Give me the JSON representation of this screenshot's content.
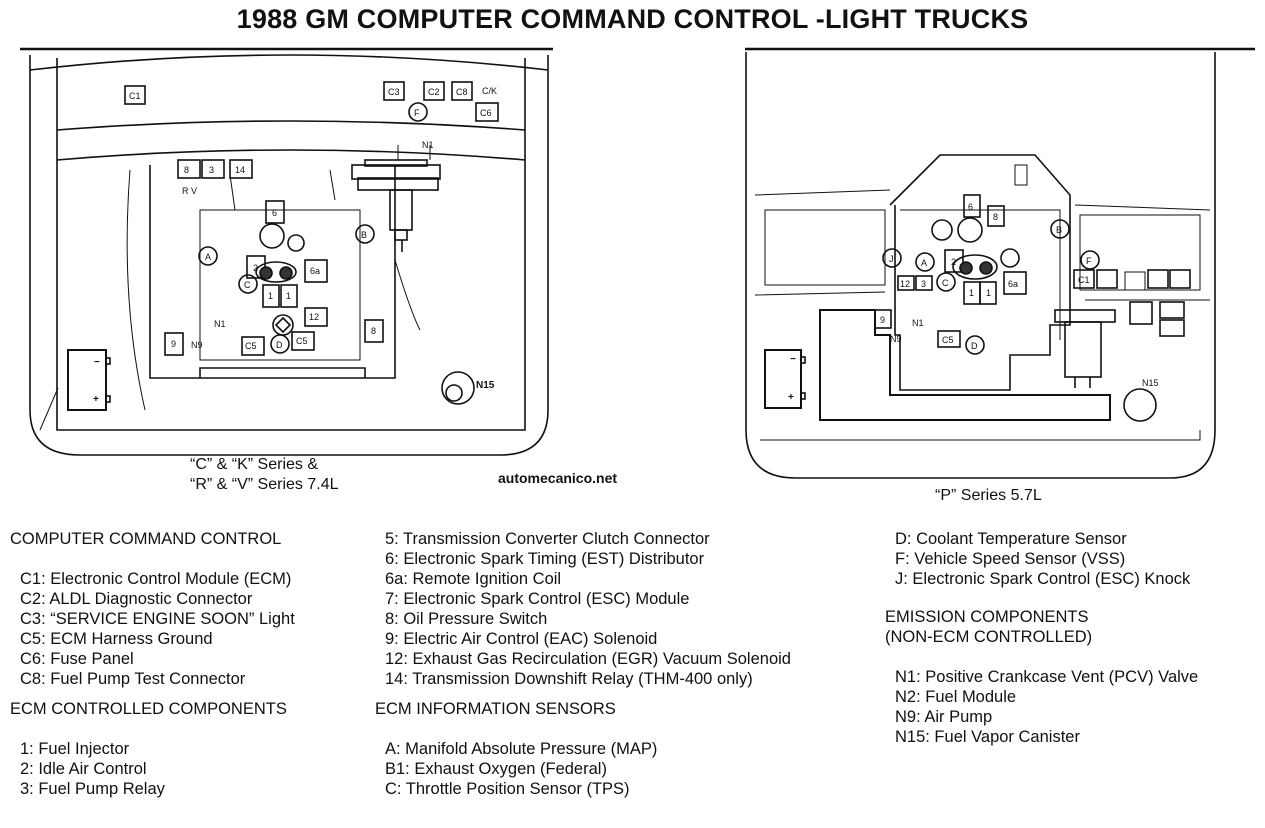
{
  "title": "1988 GM COMPUTER COMMAND CONTROL -LIGHT TRUCKS",
  "watermark": "automecanico.net",
  "left_caption": [
    "“C” & “K” Series &",
    "“R” & “V” Series 7.4L"
  ],
  "right_caption": "“P” Series 5.7L",
  "left_diagram": {
    "c1": "C1",
    "c3": "C3",
    "c2": "C2",
    "c8": "C8",
    "ck": "C/K",
    "f": "F",
    "c6": "C6",
    "n1top": "N1",
    "r8": "8",
    "r3": "3",
    "r14": "14",
    "rv": "R V",
    "a": "A",
    "b": "B",
    "c": "C",
    "d": "D",
    "six": "6",
    "two": "2",
    "sixa": "6a",
    "one1": "1",
    "one2": "1",
    "twelve": "12",
    "eight": "8",
    "nine": "9",
    "n1": "N1",
    "n9": "N9",
    "c5a": "C5",
    "c5b": "C5",
    "n15": "N15",
    "minus": "−",
    "plus": "+"
  },
  "right_diagram": {
    "six": "6",
    "eight": "8",
    "b": "B",
    "j": "J",
    "a": "A",
    "two": "2",
    "c": "C",
    "twelve": "12",
    "three": "3",
    "one1": "1",
    "one2": "1",
    "sixa": "6a",
    "f": "F",
    "c1": "C1",
    "nine": "9",
    "n1": "N1",
    "n9": "N9",
    "c5": "C5",
    "d": "D",
    "n15": "N15",
    "minus": "−",
    "plus": "+"
  },
  "legend": {
    "col1": {
      "heading1": "COMPUTER COMMAND CONTROL",
      "items1": [
        "C1:  Electronic Control Module (ECM)",
        "C2:  ALDL Diagnostic Connector",
        "C3:  “SERVICE ENGINE SOON” Light",
        "C5:  ECM Harness Ground",
        "C6:  Fuse Panel",
        "C8:  Fuel Pump Test Connector"
      ],
      "heading2": "ECM CONTROLLED COMPONENTS",
      "items2": [
        "1:  Fuel Injector",
        "2:  Idle Air Control",
        "3:  Fuel Pump Relay"
      ]
    },
    "col2": {
      "items1": [
        "5:  Transmission Converter Clutch Connector",
        "6:  Electronic Spark Timing (EST) Distributor",
        "6a:  Remote Ignition Coil",
        "7:  Electronic Spark Control (ESC) Module",
        "8:  Oil Pressure Switch",
        "9:  Electric Air Control (EAC) Solenoid",
        "12:  Exhaust Gas Recirculation (EGR) Vacuum Solenoid",
        "14:  Transmission Downshift Relay (THM-400 only)"
      ],
      "heading2": "ECM INFORMATION SENSORS",
      "items2": [
        "A:  Manifold Absolute Pressure (MAP)",
        "B1:  Exhaust Oxygen (Federal)",
        "C:  Throttle Position Sensor (TPS)"
      ]
    },
    "col3": {
      "items1": [
        "D:  Coolant Temperature Sensor",
        "F:  Vehicle Speed Sensor (VSS)",
        "J:  Electronic Spark Control (ESC) Knock"
      ],
      "heading2a": "EMISSION COMPONENTS",
      "heading2b": "(NON-ECM CONTROLLED)",
      "items2": [
        "N1:  Positive Crankcase Vent (PCV) Valve",
        "N2:  Fuel Module",
        "N9:  Air Pump",
        "N15:  Fuel Vapor Canister"
      ]
    }
  }
}
